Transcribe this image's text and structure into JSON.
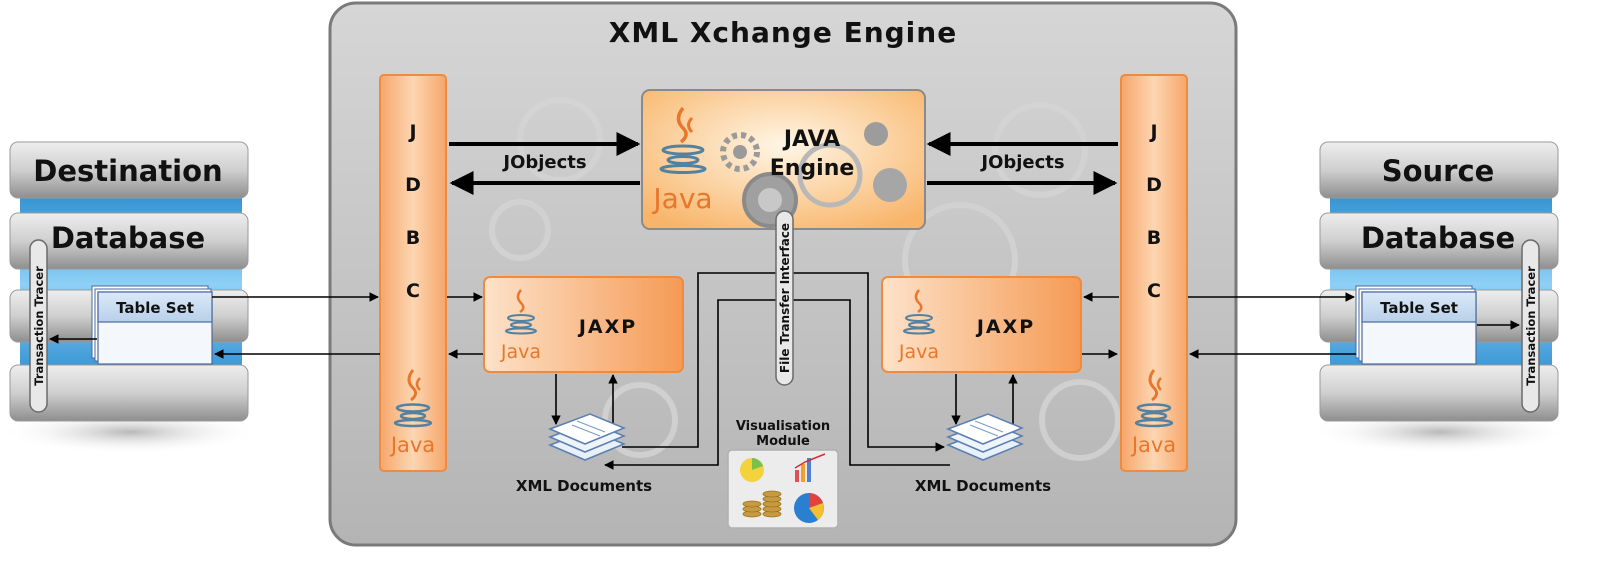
{
  "engine": {
    "title": "XML Xchange Engine"
  },
  "destination": {
    "line1": "Destination",
    "line2": "Database",
    "table": "Table Set",
    "tracer": "Transaction Tracer"
  },
  "source": {
    "line1": "Source",
    "line2": "Database",
    "table": "Table Set",
    "tracer": "Transaction Tracer"
  },
  "jdbc": {
    "letters": [
      "J",
      "D",
      "B",
      "C"
    ],
    "java": "Java"
  },
  "java_engine": {
    "line1": "JAVA",
    "line2": "Engine",
    "java": "Java"
  },
  "jobjects": {
    "left": "JObjects",
    "right": "JObjects"
  },
  "jaxp": {
    "label": "JAXP",
    "java": "Java"
  },
  "file_transfer": {
    "label": "File Transfer Interface"
  },
  "visualisation": {
    "line1": "Visualisation",
    "line2": "Module"
  },
  "xml_docs": {
    "label": "XML Documents"
  },
  "colors": {
    "orange": "#f8a060",
    "engine_bg": "#c2c2c2",
    "java_red": "#e8762b",
    "java_blue": "#5382a1",
    "db_blue": "#4aa8e0"
  }
}
